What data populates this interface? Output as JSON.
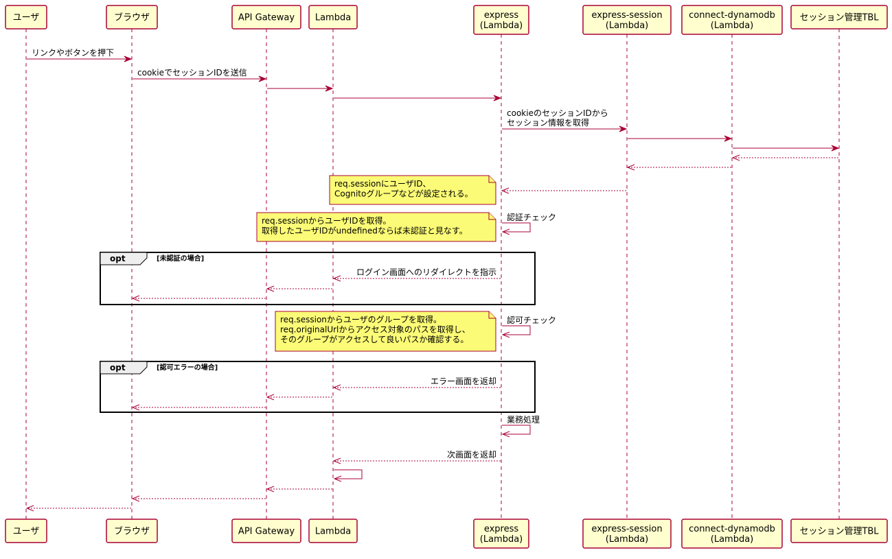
{
  "colors": {
    "line": "#A80036",
    "participant_fill": "#FEFECE",
    "note_fill": "#FBFB77",
    "fragment_tab": "#EEEEEE"
  },
  "participants": [
    {
      "id": "user",
      "lines": [
        "ユーザ"
      ]
    },
    {
      "id": "browser",
      "lines": [
        "ブラウザ"
      ]
    },
    {
      "id": "apigw",
      "lines": [
        "API Gateway"
      ]
    },
    {
      "id": "lambda",
      "lines": [
        "Lambda"
      ]
    },
    {
      "id": "express",
      "lines": [
        "express",
        "(Lambda)"
      ]
    },
    {
      "id": "session",
      "lines": [
        "express-session",
        "(Lambda)"
      ]
    },
    {
      "id": "dynamodb",
      "lines": [
        "connect-dynamodb",
        "(Lambda)"
      ]
    },
    {
      "id": "tbl",
      "lines": [
        "セッション管理TBL"
      ]
    }
  ],
  "messages": [
    {
      "from": "user",
      "to": "browser",
      "type": "sync",
      "label": [
        "リンクやボタンを押下"
      ]
    },
    {
      "from": "browser",
      "to": "apigw",
      "type": "sync",
      "label": [
        "cookieでセッションIDを送信"
      ]
    },
    {
      "from": "apigw",
      "to": "lambda",
      "type": "sync",
      "label": []
    },
    {
      "from": "lambda",
      "to": "express",
      "type": "sync",
      "label": []
    },
    {
      "from": "express",
      "to": "session",
      "type": "sync",
      "label": [
        "cookieのセッションIDから",
        "セッション情報を取得"
      ]
    },
    {
      "from": "session",
      "to": "dynamodb",
      "type": "sync",
      "label": []
    },
    {
      "from": "dynamodb",
      "to": "tbl",
      "type": "sync",
      "label": []
    },
    {
      "from": "tbl",
      "to": "dynamodb",
      "type": "reply",
      "label": []
    },
    {
      "from": "dynamodb",
      "to": "session",
      "type": "reply",
      "label": []
    },
    {
      "from": "session",
      "to": "express",
      "type": "reply",
      "label": []
    },
    {
      "from": "express",
      "to": "express",
      "type": "self",
      "label": [
        "認証チェック"
      ]
    },
    {
      "from": "express",
      "to": "lambda",
      "type": "reply",
      "label": [
        "ログイン画面へのリダイレクトを指示"
      ]
    },
    {
      "from": "lambda",
      "to": "apigw",
      "type": "reply",
      "label": []
    },
    {
      "from": "apigw",
      "to": "browser",
      "type": "reply",
      "label": []
    },
    {
      "from": "express",
      "to": "express",
      "type": "self",
      "label": [
        "認可チェック"
      ]
    },
    {
      "from": "express",
      "to": "lambda",
      "type": "reply",
      "label": [
        "エラー画面を返却"
      ]
    },
    {
      "from": "lambda",
      "to": "apigw",
      "type": "reply",
      "label": []
    },
    {
      "from": "apigw",
      "to": "browser",
      "type": "reply",
      "label": []
    },
    {
      "from": "express",
      "to": "express",
      "type": "self",
      "label": [
        "業務処理"
      ]
    },
    {
      "from": "express",
      "to": "lambda",
      "type": "reply",
      "label": [
        "次画面を返却"
      ]
    },
    {
      "from": "lambda",
      "to": "lambda",
      "type": "self",
      "label": []
    },
    {
      "from": "lambda",
      "to": "apigw",
      "type": "reply",
      "label": []
    },
    {
      "from": "apigw",
      "to": "browser",
      "type": "reply",
      "label": []
    },
    {
      "from": "browser",
      "to": "user",
      "type": "reply",
      "label": []
    }
  ],
  "notes": [
    {
      "lines": [
        "req.sessionにユーザID、",
        "Cognitoグループなどが設定される。"
      ]
    },
    {
      "lines": [
        "req.sessionからユーザIDを取得。",
        "取得したユーザIDがundefinedならば未認証と見なす。"
      ]
    },
    {
      "lines": [
        "req.sessionからユーザのグループを取得。",
        "req.originalUrlからアクセス対象のパスを取得し、",
        "そのグループがアクセスして良いパスか確認する。"
      ]
    }
  ],
  "fragments": [
    {
      "keyword": "opt",
      "condition": "[未認証の場合]"
    },
    {
      "keyword": "opt",
      "condition": "[認可エラーの場合]"
    }
  ]
}
